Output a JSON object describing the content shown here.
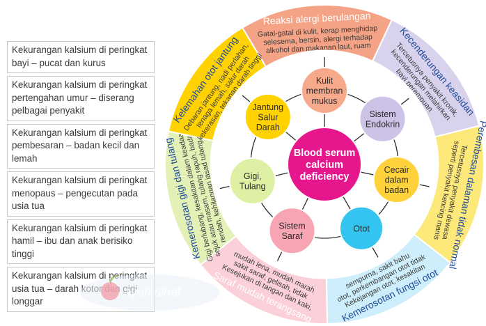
{
  "left_list": [
    "Kekurangan kalsium di peringkat bayi – pucat dan kurus",
    "Kekurangan kalsium di peringkat pertengahan umur – diserang pelbagai penyakit",
    "Kekurangan kalsium di peringkat pembesaran – badan kecil dan lemah",
    "Kekurangan kalsium di peringkat menopaus – pengecutan pada usia tua",
    "Kekurangan kalsium di peringkat hamil – ibu dan anak berisiko tinggi",
    "Kekurangan kalsium di peringkat usia tua – darah kotor dan gigi longgar"
  ],
  "center": {
    "lines": [
      "Blood serum",
      "calcium",
      "deficiency"
    ],
    "color": "#e6168c"
  },
  "nodes": [
    {
      "lines": [
        "Kulit",
        "membran",
        "mukus"
      ],
      "color": "#f7a98c"
    },
    {
      "lines": [
        "Sistem",
        "Endokrin"
      ],
      "color": "#cdc3e6"
    },
    {
      "lines": [
        "Cecair",
        "dalam",
        "badan"
      ],
      "color": "#ffd23c"
    },
    {
      "lines": [
        "Otot"
      ],
      "color": "#33c4ef"
    },
    {
      "lines": [
        "Sistem",
        "Saraf"
      ],
      "color": "#f7a4b3"
    },
    {
      "lines": [
        "Gigi,",
        "Tulang"
      ],
      "color": "#def0a4"
    },
    {
      "lines": [
        "Jantung",
        "Salur",
        "Darah"
      ],
      "color": "#ffd200"
    }
  ],
  "segments": [
    {
      "title": "Reaksi alergi berulangan",
      "desc": [
        "Gatal-gatal di kulit, kerap menghidap",
        "selesema, bersin, alergi terhadap",
        "alkohol dan makanan laut, ruam"
      ],
      "color": "#f4a386",
      "title_color": "#ffffff"
    },
    {
      "title": "Kecenderungan keasidan",
      "desc": [
        "Tercetusnya penyakit kronik,",
        "kecenderungan melahirkan",
        "bayi perempuan"
      ],
      "color": "#d9d2ed",
      "title_color": "#1e4b9a"
    },
    {
      "title": "Perembesan dalaman tidak normal",
      "desc": [
        "Tercetusnya penyakit dewasa",
        "seperti penyakit kencing manis"
      ],
      "color": "#fde87a",
      "title_color": "#1e4b9a"
    },
    {
      "title": "Kemerosotan fungsi otot",
      "desc": [
        "Kekejangan otot, kesakitan",
        "otot, perkembangan otot tidak",
        "sempurna, sakit bahu"
      ],
      "color": "#cdeefa",
      "title_color": "#1e4b9a"
    },
    {
      "title": "Saraf mudah terangsang",
      "desc": [
        "Kesejukan di tangan dan kaki,",
        "sakit saraf, gelisah, tidak",
        "mudah lena, mudah marah"
      ],
      "color": "#fbd0d8",
      "title_color": "#ffffff"
    },
    {
      "title": "Kemerosotan gigi dan tulang",
      "desc": [
        "Gigi berlubang, kesakitan dalam keadaan",
        "sejuk atau masam, tulang rapuh, badan",
        "rendah, kehilangan jasad tulang"
      ],
      "color": "#e3f0b6",
      "title_color": "#1e4b9a"
    },
    {
      "title": "Kelemahan otot jantung",
      "desc": [
        "Debaran jantung, nadi perlahan,",
        "tenaga lemah, salur darah",
        "kekerasan, tekanan darah tinggi"
      ],
      "color": "#ffd200",
      "title_color": "#1e4b9a"
    }
  ],
  "logo": {
    "text": "ayuh sihat"
  }
}
